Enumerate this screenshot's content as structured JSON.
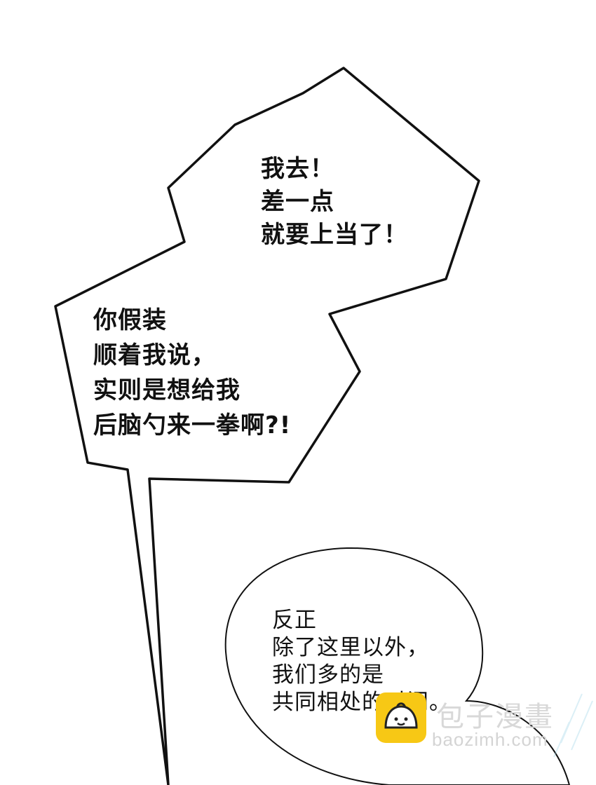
{
  "panel": {
    "bubble_jagged_top": {
      "lines": [
        "我去！",
        "差一点",
        "就要上当了！"
      ]
    },
    "bubble_jagged_left": {
      "lines": [
        "你假装",
        "顺着我说，",
        "实则是想给我",
        "后脑勺来一拳啊?!"
      ]
    },
    "bubble_round": {
      "lines": [
        "反正",
        "除了这里以外，",
        "我们多的是",
        "共同相处的时间。"
      ]
    }
  },
  "watermark": {
    "title": "包子漫畫",
    "url": "baozimh.com",
    "logo_color": "#f7c815"
  }
}
